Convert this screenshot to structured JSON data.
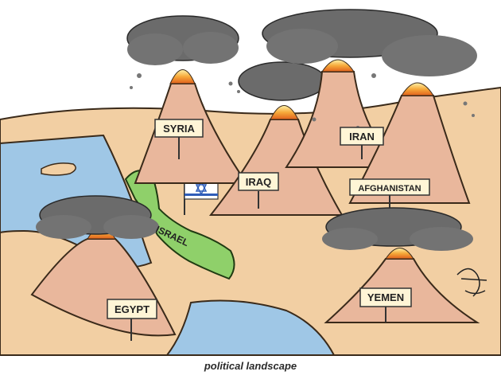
{
  "caption": "political landscape",
  "signs": {
    "syria": "SYRIA",
    "iraq": "IRAQ",
    "iran": "IRAN",
    "afghanistan": "AFGHANISTAN",
    "israel": "ISRAEL",
    "egypt": "EGYPT",
    "yemen": "YEMEN"
  },
  "colors": {
    "land": "#f2cfa3",
    "water": "#9fc7e6",
    "israel": "#8fd06a",
    "volcano": "#e9b79c",
    "smoke": "#6b6b6b",
    "lava": "#f29a2e",
    "sign": "#fff5d6"
  },
  "icons": [
    "israel-flag-icon",
    "star-of-david-icon",
    "artist-signature"
  ]
}
